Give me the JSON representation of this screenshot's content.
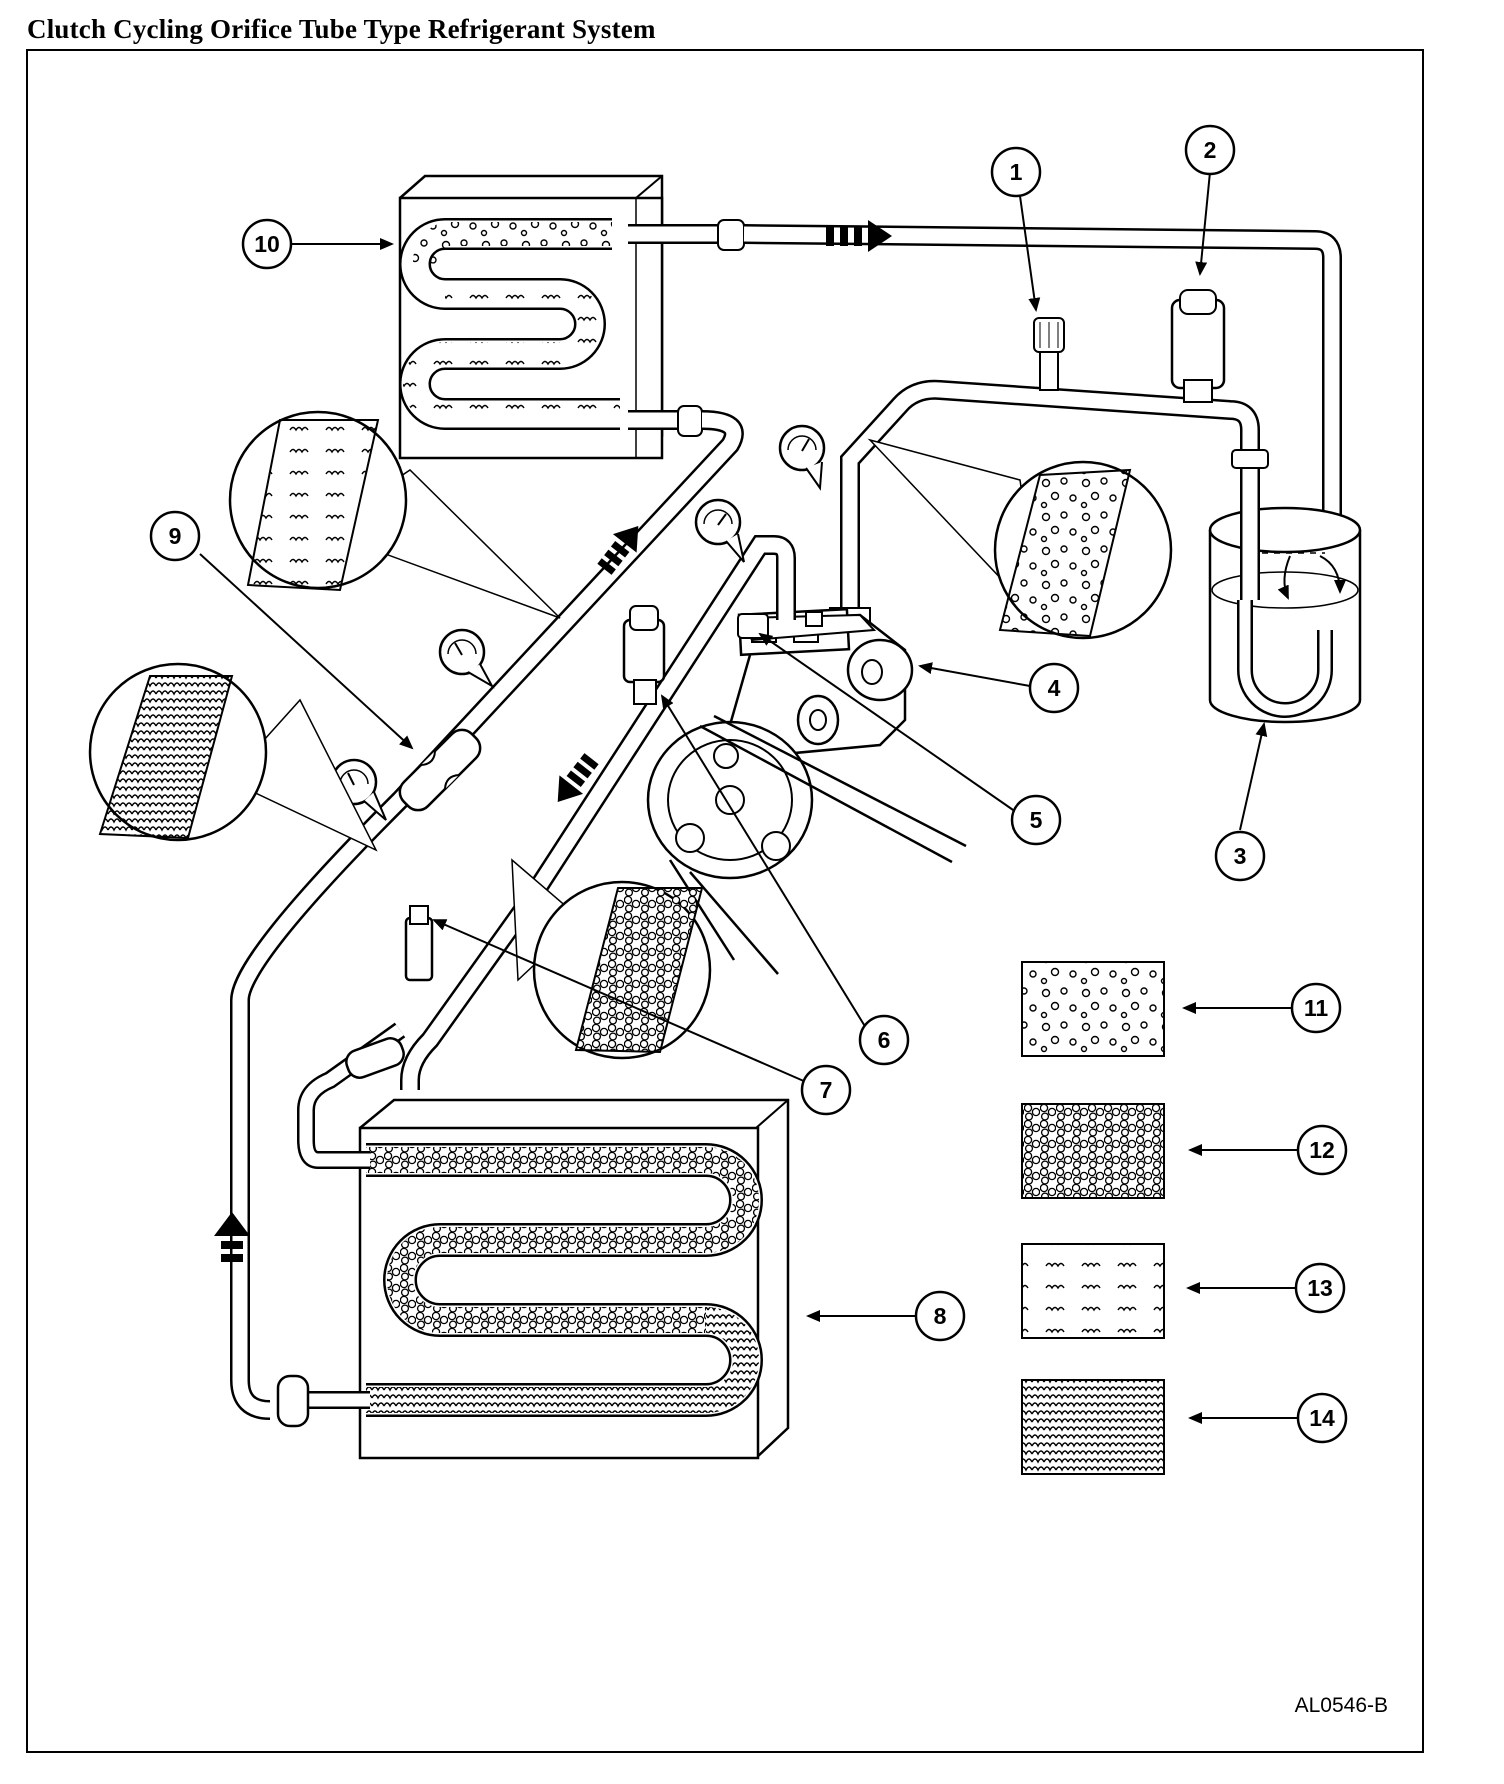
{
  "title": "Clutch Cycling Orifice Tube Type Refrigerant System",
  "figure_code": "AL0546-B",
  "callouts": [
    "1",
    "2",
    "3",
    "4",
    "5",
    "6",
    "7",
    "8",
    "9",
    "10",
    "11",
    "12",
    "13",
    "14"
  ],
  "legend": [
    {
      "callout": "11",
      "pattern": "vapor"
    },
    {
      "callout": "12",
      "pattern": "vapor-dense"
    },
    {
      "callout": "13",
      "pattern": "liquid"
    },
    {
      "callout": "14",
      "pattern": "liquid-dense"
    }
  ],
  "icons": [
    "pressure-gauge-icon",
    "flow-arrow-icon",
    "magnifier-icon"
  ]
}
